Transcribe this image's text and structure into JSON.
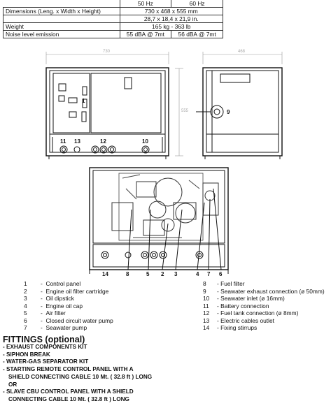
{
  "spec_table": {
    "col1": "50 Hz",
    "col2": "60 Hz",
    "rows": [
      {
        "label": "Dimensions (Leng. x Width x Height)",
        "v1": "730 x 468 x 555 mm",
        "v2": ""
      },
      {
        "label": "",
        "v1": "28,7 x 18,4 x 21,9 in.",
        "v2": ""
      },
      {
        "label": "Weight",
        "v1": "165 kg - 363 lb",
        "v2": ""
      },
      {
        "label": "Noise level emission",
        "v1": "55 dBA @ 7mt",
        "v2": "56 dBA @ 7mt"
      }
    ]
  },
  "drawing": {
    "dim_length": "730",
    "dim_width": "468",
    "dim_height": "555",
    "front_callouts": [
      "1",
      "11",
      "13",
      "12",
      "10"
    ],
    "side_callouts": [
      "9"
    ],
    "bottom_callouts": [
      "14",
      "8",
      "5",
      "2",
      "3",
      "4",
      "7",
      "6"
    ]
  },
  "legend_left": [
    {
      "n": "1",
      "t": "Control panel"
    },
    {
      "n": "2",
      "t": "Engine oil filter cartridge"
    },
    {
      "n": "3",
      "t": "Oil dipstick"
    },
    {
      "n": "4",
      "t": "Engine oil cap"
    },
    {
      "n": "5",
      "t": "Air filter"
    },
    {
      "n": "6",
      "t": "Closed circuit water pump"
    },
    {
      "n": "7",
      "t": "Seawater pump"
    }
  ],
  "legend_right": [
    {
      "n": "8",
      "t": "Fuel filter"
    },
    {
      "n": "9",
      "t": "Seawater exhaust connection (ø 50mm)"
    },
    {
      "n": "10",
      "t": "Seawater inlet (ø 16mm)"
    },
    {
      "n": "11",
      "t": "Battery connection"
    },
    {
      "n": "12",
      "t": "Fuel tank connection (ø 8mm)"
    },
    {
      "n": "13",
      "t": "Electric cables outlet"
    },
    {
      "n": "14",
      "t": "Fixing stirrups"
    }
  ],
  "fittings": {
    "title": "FITTINGS (optional)",
    "items": [
      "- EXHAUST COMPONENTS KIT",
      "- SIPHON BREAK",
      "- WATER-GAS SEPARATOR KIT",
      "- STARTING REMOTE CONTROL PANEL WITH A",
      "  SHIELD CONNECTING CABLE 10 Mt. ( 32.8 ft ) LONG",
      "  OR",
      "- SLAVE CBU CONTROL PANEL WITH A SHIELD",
      "  CONNECTING CABLE 10 Mt. ( 32.8 ft ) LONG"
    ]
  }
}
